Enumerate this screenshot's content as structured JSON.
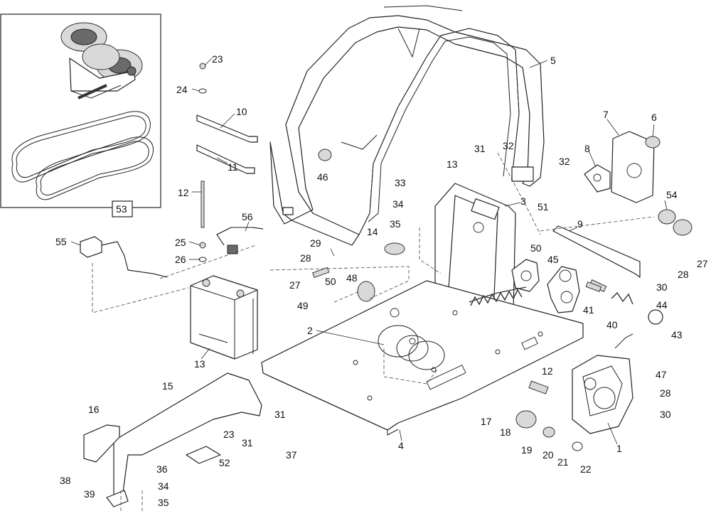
{
  "callouts": {
    "c1": "1",
    "c2": "2",
    "c3": "3",
    "c4": "4",
    "c5": "5",
    "c6": "6",
    "c7": "7",
    "c8": "8",
    "c9": "9",
    "c10": "10",
    "c11": "11",
    "c12a": "12",
    "c12b": "12",
    "c13a": "13",
    "c13b": "13",
    "c14": "14",
    "c15": "15",
    "c16": "16",
    "c17": "17",
    "c18": "18",
    "c19": "19",
    "c20": "20",
    "c21": "21",
    "c22": "22",
    "c23a": "23",
    "c23b": "23",
    "c24": "24",
    "c25": "25",
    "c26": "26",
    "c27a": "27",
    "c27b": "27",
    "c28a": "28",
    "c28b": "28",
    "c28c": "28",
    "c29": "29",
    "c30a": "30",
    "c30b": "30",
    "c31a": "31",
    "c31b": "31",
    "c31c": "31",
    "c32a": "32",
    "c32b": "32",
    "c33": "33",
    "c34a": "34",
    "c34b": "34",
    "c35a": "35",
    "c35b": "35",
    "c36": "36",
    "c37": "37",
    "c38": "38",
    "c39": "39",
    "c40": "40",
    "c41": "41",
    "c43": "43",
    "c44": "44",
    "c45": "45",
    "c46": "46",
    "c47": "47",
    "c48": "48",
    "c49": "49",
    "c50a": "50",
    "c50b": "50",
    "c51": "51",
    "c52": "52",
    "c53": "53",
    "c54": "54",
    "c55": "55",
    "c56": "56"
  }
}
